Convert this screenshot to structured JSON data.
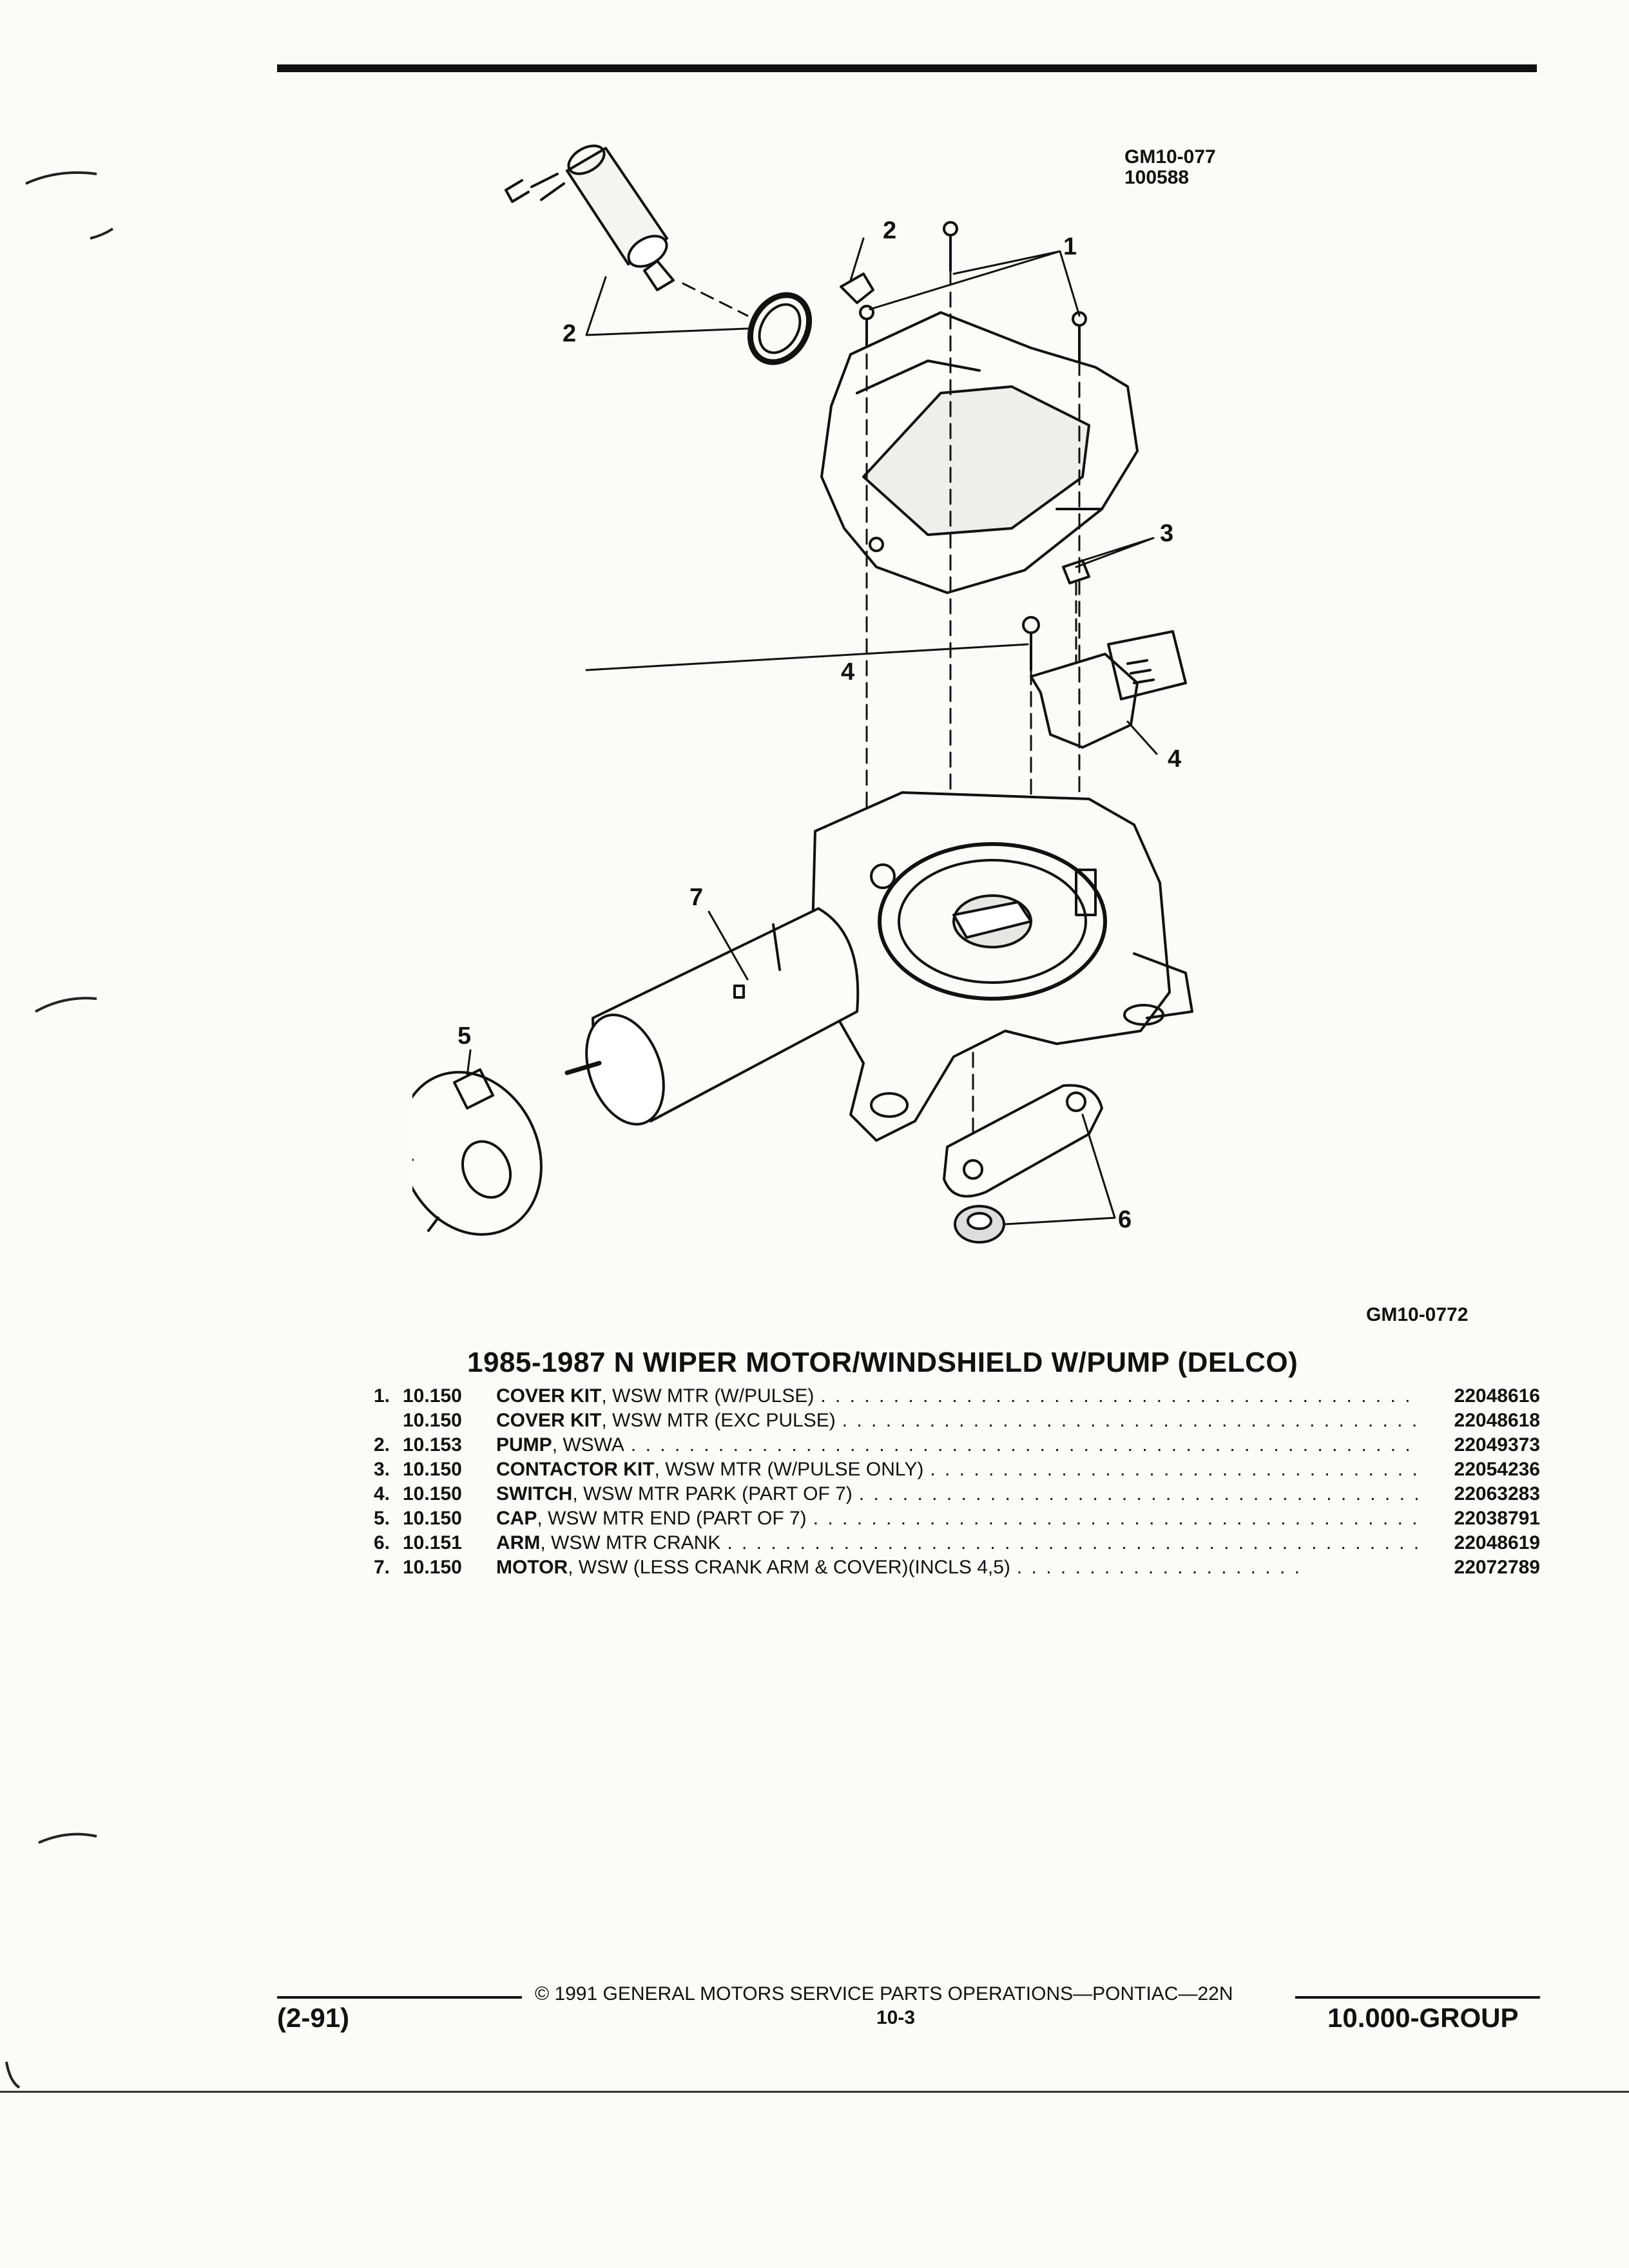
{
  "diagram_ref_top": {
    "line1": "GM10-077",
    "line2": "100588"
  },
  "diagram_ref_bottom": "GM10-0772",
  "callouts": [
    "1",
    "2",
    "2",
    "3",
    "4",
    "4",
    "5",
    "6",
    "7"
  ],
  "title": "1985-1987 N WIPER MOTOR/WINDSHIELD W/PUMP (DELCO)",
  "parts": [
    {
      "item": "1.",
      "group": "10.150",
      "keyword": "COVER KIT",
      "desc": ", WSW MTR (W/PULSE)",
      "part_no": "22048616"
    },
    {
      "item": "",
      "group": "10.150",
      "keyword": "COVER KIT",
      "desc": ", WSW MTR (EXC PULSE)",
      "part_no": "22048618"
    },
    {
      "item": "2.",
      "group": "10.153",
      "keyword": "PUMP",
      "desc": ", WSWA",
      "part_no": "22049373"
    },
    {
      "item": "3.",
      "group": "10.150",
      "keyword": "CONTACTOR KIT",
      "desc": ", WSW MTR (W/PULSE ONLY)",
      "part_no": "22054236"
    },
    {
      "item": "4.",
      "group": "10.150",
      "keyword": "SWITCH",
      "desc": ", WSW MTR PARK (PART OF 7)",
      "part_no": "22063283"
    },
    {
      "item": "5.",
      "group": "10.150",
      "keyword": "CAP",
      "desc": ", WSW MTR END (PART OF 7)",
      "part_no": "22038791"
    },
    {
      "item": "6.",
      "group": "10.151",
      "keyword": "ARM",
      "desc": ", WSW MTR CRANK",
      "part_no": "22048619"
    },
    {
      "item": "7.",
      "group": "10.150",
      "keyword": "MOTOR",
      "desc": ", WSW (LESS CRANK ARM & COVER)(INCLS 4,5)",
      "part_no": "22072789"
    }
  ],
  "footer": {
    "copyright": "© 1991 GENERAL MOTORS SERVICE PARTS OPERATIONS—PONTIAC—22N",
    "date": "(2-91)",
    "page": "10-3",
    "group": "10.000-GROUP"
  }
}
